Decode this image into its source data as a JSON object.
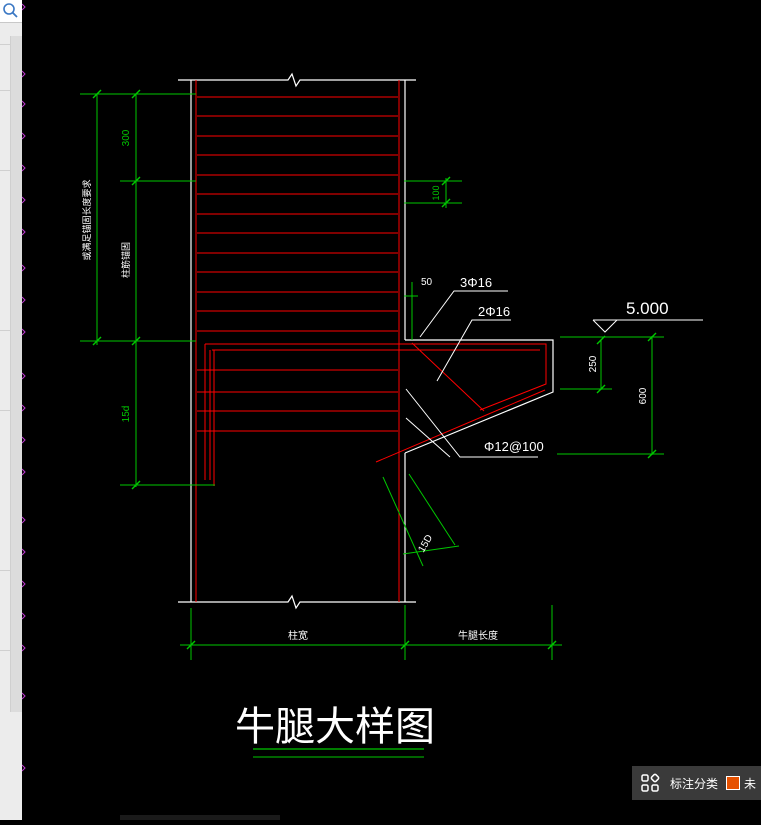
{
  "drawing": {
    "title": "牛腿大样图",
    "elevation": "5.000",
    "rebar_top": "3Φ16",
    "rebar_mid": "2Φ16",
    "stirrup": "Φ12@100",
    "dim_300": "300",
    "dim_100": "100",
    "dim_50": "50",
    "dim_250": "250",
    "dim_600": "600",
    "dim_15d_left": "15d",
    "dim_15d_right": "15D",
    "label_anchor_long": "或满足锚固长度要求",
    "label_anchor_short": "柱筋锚固",
    "dim_column_width": "柱宽",
    "dim_corbel_length": "牛腿长度"
  },
  "statusbar": {
    "label": "标注分类",
    "more": "未"
  },
  "colors": {
    "background": "#000000",
    "outline": "#ffffff",
    "rebar": "#ff0000",
    "dimension": "#00c800"
  }
}
